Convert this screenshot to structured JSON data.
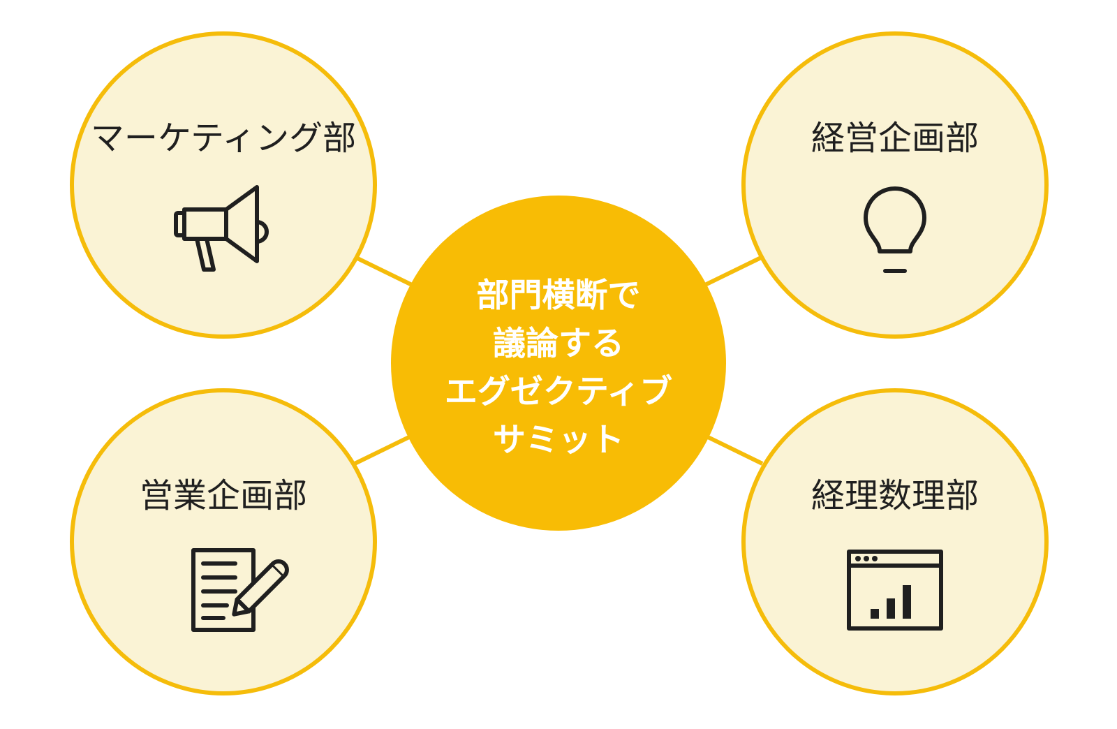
{
  "hub": {
    "lines": [
      "部門横断で",
      "議論する",
      "エグゼクティブ",
      "サミット"
    ]
  },
  "departments": {
    "marketing": {
      "label": "マーケティング部",
      "icon": "megaphone-icon"
    },
    "corporate_planning": {
      "label": "経営企画部",
      "icon": "lightbulb-icon"
    },
    "sales_planning": {
      "label": "営業企画部",
      "icon": "document-pen-icon"
    },
    "accounting_data": {
      "label": "経理数理部",
      "icon": "bar-chart-window-icon"
    }
  },
  "colors": {
    "accent": "#F5BC0A",
    "hub_fill": "#F8BC05",
    "node_fill": "#FAF3D5",
    "text": "#1f1f1f",
    "hub_text": "#ffffff"
  }
}
